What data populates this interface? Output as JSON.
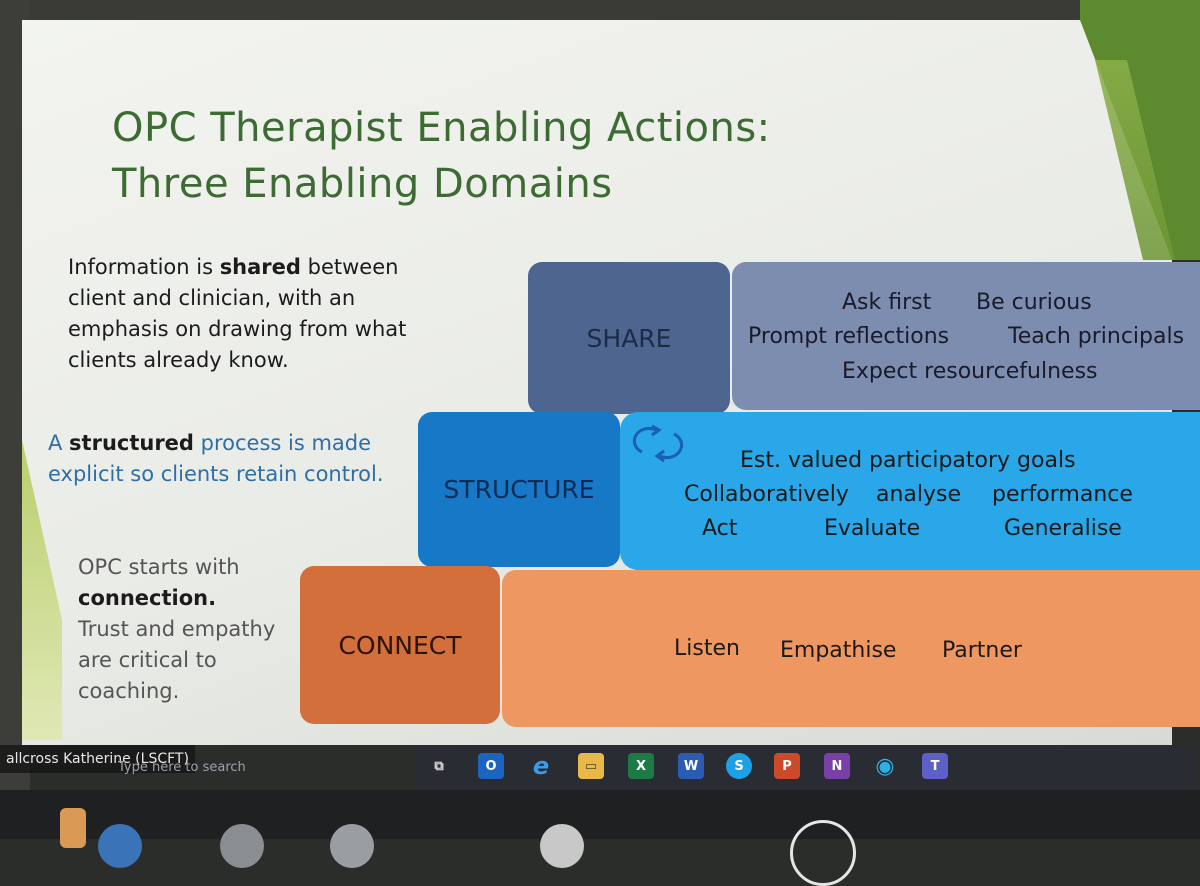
{
  "slide": {
    "title_line1": "OPC Therapist Enabling Actions:",
    "title_line2": "Three Enabling Domains"
  },
  "share": {
    "desc_part1": "Information is ",
    "desc_bold": "shared",
    "desc_part2": " between client and clinician, with an emphasis on drawing from what clients already know.",
    "label": "SHARE",
    "actions": [
      "Ask first",
      "Be curious",
      "Prompt reflections",
      "Teach principals",
      "Expect resourcefulness"
    ]
  },
  "structure": {
    "desc_part1": "A ",
    "desc_bold": "structured",
    "desc_part2": " process is made explicit so clients retain control.",
    "label": "STRUCTURE",
    "actions": [
      "Est. valued participatory goals",
      "Collaboratively",
      "analyse",
      "performance",
      "Act",
      "Evaluate",
      "Generalise"
    ]
  },
  "connect": {
    "desc_part1": "OPC starts with ",
    "desc_bold": "connection.",
    "desc_part2": "Trust and empathy are critical to coaching.",
    "label": "CONNECT",
    "actions": [
      "Listen",
      "Empathise",
      "Partner"
    ]
  },
  "meeting": {
    "participant_name": "allcross Katherine (LSCFT)",
    "search_placeholder": "Type here to search"
  },
  "taskbar": {
    "icons": [
      "task-view-icon",
      "outlook-icon",
      "ie-icon",
      "file-explorer-icon",
      "excel-icon",
      "word-icon",
      "skype-icon",
      "powerpoint-icon",
      "onenote-icon",
      "edge-icon",
      "teams-icon"
    ],
    "icon_labels": [
      "⧉",
      "O",
      "e",
      "▭",
      "X",
      "W",
      "S",
      "P",
      "N",
      "◉",
      "T"
    ]
  },
  "colors": {
    "title_green": "#3d6b33",
    "share_dark": "#4e6590",
    "share_light": "#7d8db0",
    "structure_dark": "#1778c8",
    "structure_light": "#29a7e8",
    "connect_dark": "#d36f3a",
    "connect_light": "#ef9761"
  }
}
